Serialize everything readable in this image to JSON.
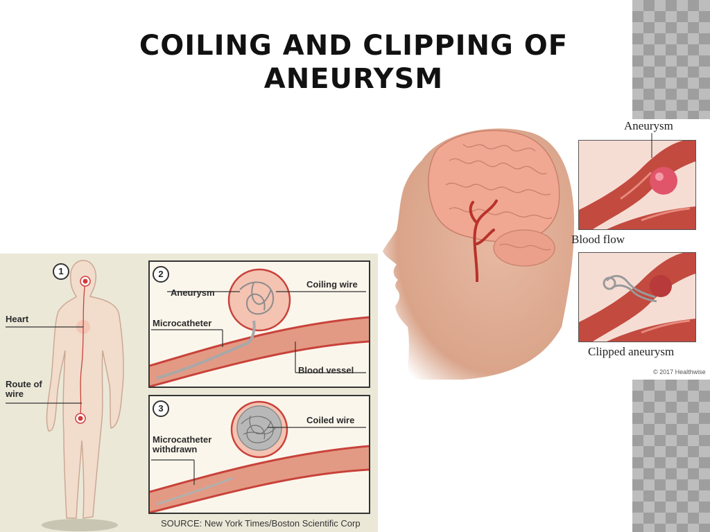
{
  "slide": {
    "title": "Coiling and Clipping of Aneurysm"
  },
  "coiling_figure": {
    "panel1": {
      "number": "1",
      "heart_label": "Heart",
      "route_label": "Route of\nwire"
    },
    "panel2": {
      "number": "2",
      "aneurysm_label": "Aneurysm",
      "coiling_wire_label": "Coiling wire",
      "microcatheter_label": "Microcatheter",
      "blood_vessel_label": "Blood vessel"
    },
    "panel3": {
      "number": "3",
      "coiled_wire_label": "Coiled wire",
      "microcatheter_withdrawn_label": "Microcatheter\nwithdrawn"
    },
    "source": "SOURCE: New York Times/Boston Scientific Corp"
  },
  "clipping_figure": {
    "aneurysm_label": "Aneurysm",
    "blood_flow_label": "Blood flow",
    "clipped_label": "Clipped aneurysm",
    "copyright": "© 2017 Healthwise"
  },
  "colors": {
    "vessel": "#c8423a",
    "skin": "#e8b9a2",
    "brain": "#f0a892",
    "panel_bg": "#fbf6ec",
    "figure_bg": "#ebe8d8"
  }
}
